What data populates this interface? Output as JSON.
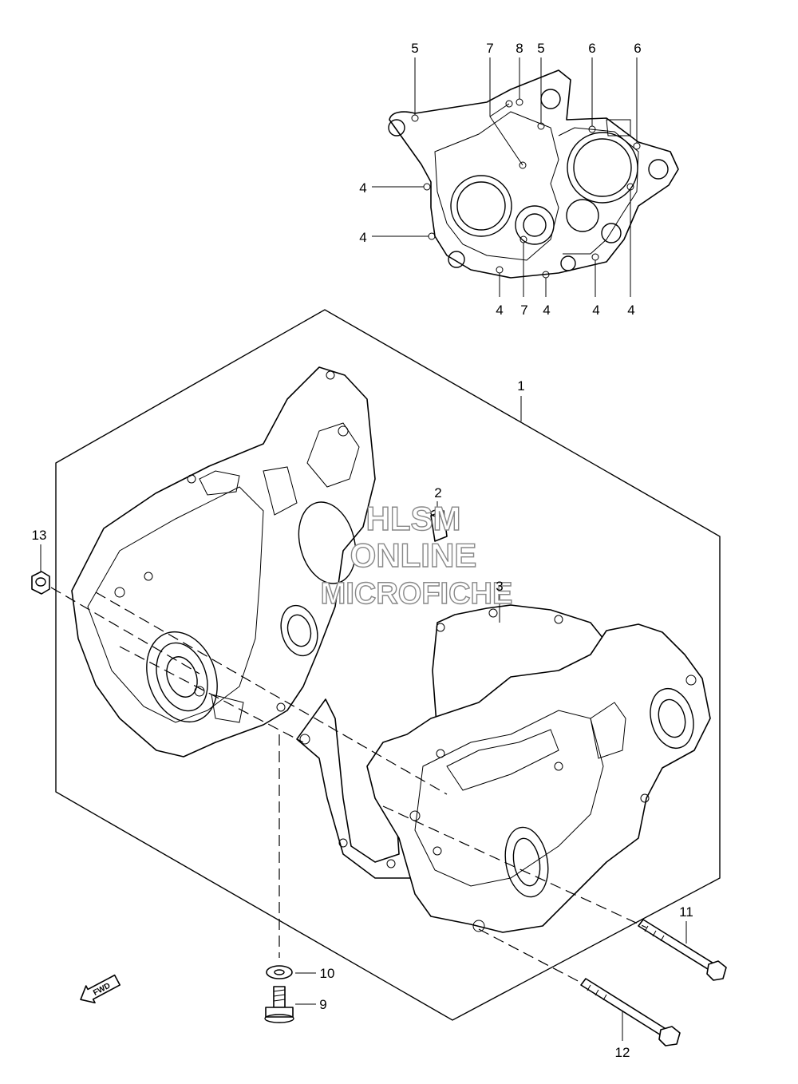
{
  "callouts": {
    "c1": "1",
    "c2": "2",
    "c3": "3",
    "c4a": "4",
    "c4b": "4",
    "c4c": "4",
    "c4d": "4",
    "c4e": "4",
    "c4f": "4",
    "c5a": "5",
    "c5b": "5",
    "c6a": "6",
    "c6b": "6",
    "c7a": "7",
    "c7b": "7",
    "c8": "8",
    "c9": "9",
    "c10": "10",
    "c11": "11",
    "c12": "12",
    "c13": "13"
  },
  "watermark": {
    "line1": "HLSM",
    "line2": "ONLINE",
    "line3": "MICROFICHE"
  },
  "fwd_label": "FWD"
}
